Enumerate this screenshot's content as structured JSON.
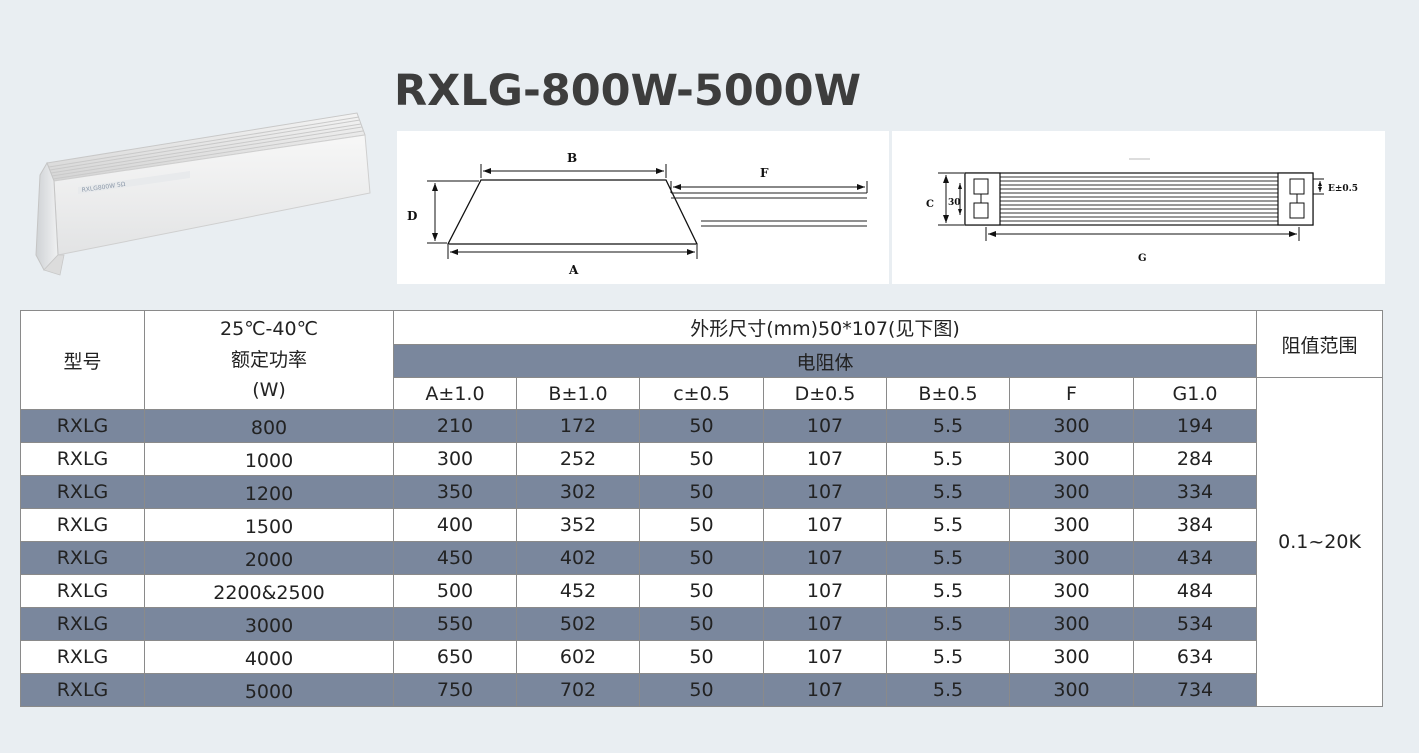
{
  "title": "RXLG-800W-5000W",
  "product_label": "RXLG800W 5Ω",
  "drawing_left": {
    "b": "B",
    "f": "F",
    "d": "D",
    "a": "A"
  },
  "drawing_right": {
    "c": "C",
    "n30": "30",
    "e": "E±0.5",
    "g": "G"
  },
  "table": {
    "col_model": "型号",
    "col_power": "25℃-40℃额定功率(W)",
    "col_dims": "外形尺寸(mm)50*107(见下图)",
    "col_body": "电阻体",
    "col_range": "阻值范围",
    "sub_headers": [
      "A±1.0",
      "B±1.0",
      "c±0.5",
      "D±0.5",
      "B±0.5",
      "F",
      "G1.0"
    ],
    "range_value": "0.1~20K",
    "rows": [
      {
        "model": "RXLG",
        "power": "800",
        "vals": [
          "210",
          "172",
          "50",
          "107",
          "5.5",
          "300",
          "194"
        ]
      },
      {
        "model": "RXLG",
        "power": "1000",
        "vals": [
          "300",
          "252",
          "50",
          "107",
          "5.5",
          "300",
          "284"
        ]
      },
      {
        "model": "RXLG",
        "power": "1200",
        "vals": [
          "350",
          "302",
          "50",
          "107",
          "5.5",
          "300",
          "334"
        ]
      },
      {
        "model": "RXLG",
        "power": "1500",
        "vals": [
          "400",
          "352",
          "50",
          "107",
          "5.5",
          "300",
          "384"
        ]
      },
      {
        "model": "RXLG",
        "power": "2000",
        "vals": [
          "450",
          "402",
          "50",
          "107",
          "5.5",
          "300",
          "434"
        ]
      },
      {
        "model": "RXLG",
        "power": "2200&2500",
        "vals": [
          "500",
          "452",
          "50",
          "107",
          "5.5",
          "300",
          "484"
        ]
      },
      {
        "model": "RXLG",
        "power": "3000",
        "vals": [
          "550",
          "502",
          "50",
          "107",
          "5.5",
          "300",
          "534"
        ]
      },
      {
        "model": "RXLG",
        "power": "4000",
        "vals": [
          "650",
          "602",
          "50",
          "107",
          "5.5",
          "300",
          "634"
        ]
      },
      {
        "model": "RXLG",
        "power": "5000",
        "vals": [
          "750",
          "702",
          "50",
          "107",
          "5.5",
          "300",
          "734"
        ]
      }
    ]
  }
}
